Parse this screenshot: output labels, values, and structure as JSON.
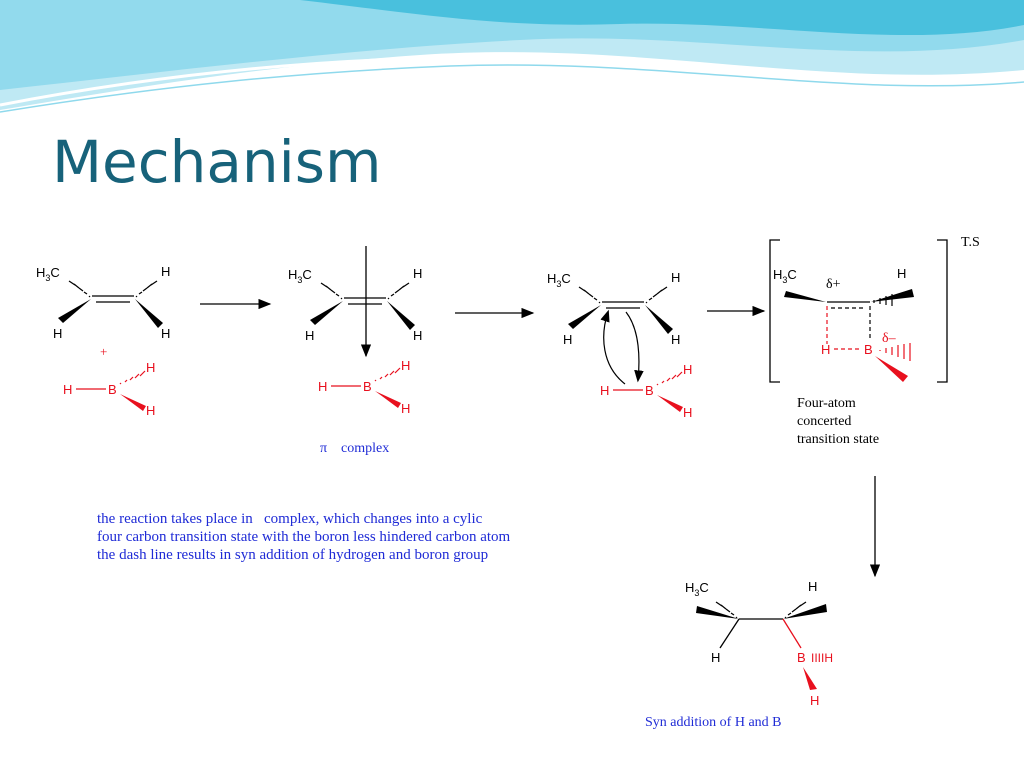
{
  "slide": {
    "title": "Mechanism",
    "colors": {
      "title": "#17627a",
      "boron": "#e8101e",
      "text_blue": "#1f2bd6",
      "wave_light": "#bfe9f4",
      "wave_dark": "#37b9d8"
    }
  },
  "atoms": {
    "h3c_H3": "H",
    "h3c_sub": "3",
    "h3c_C": "C",
    "H": "H",
    "B": "B",
    "IIIH": "IIIIH"
  },
  "labels": {
    "plus": "+",
    "pi_symbol": "π",
    "pi_complex": "complex",
    "ts": "T.S",
    "delta_plus": "δ+",
    "delta_minus": "δ–",
    "four_atom_line1": "Four-atom",
    "four_atom_line2": "concerted",
    "four_atom_line3": "transition state",
    "syn_addition": "Syn addition of H and B"
  },
  "notes": [
    "the reaction takes place in   complex, which changes into a cylic",
    "four carbon transition state with the boron less hindered carbon atom",
    "the dash line results in syn addition of hydrogen and boron group"
  ]
}
